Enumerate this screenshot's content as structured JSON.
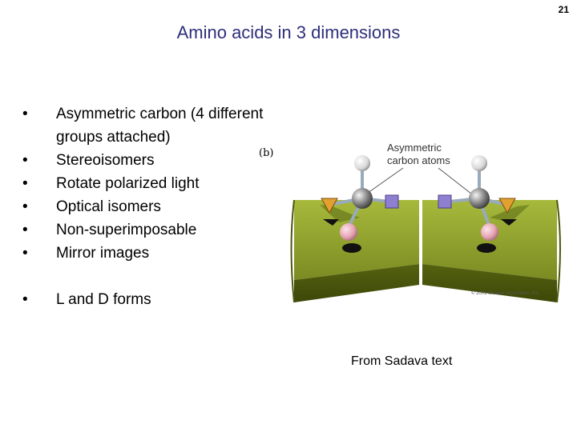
{
  "slide": {
    "number": "21",
    "title": "Amino acids in 3 dimensions"
  },
  "bullets": [
    "Asymmetric carbon (4 different groups attached)",
    "Stereoisomers",
    "Rotate polarized light",
    "Optical isomers",
    "Non-superimposable",
    "Mirror images",
    "L and D forms"
  ],
  "figure": {
    "panel_letter": "(b)",
    "label_line1": "Asymmetric",
    "label_line2": "carbon atoms",
    "copyright": "© 2001 Sinauer Associates, Inc."
  },
  "source_credit": "From Sadava text"
}
